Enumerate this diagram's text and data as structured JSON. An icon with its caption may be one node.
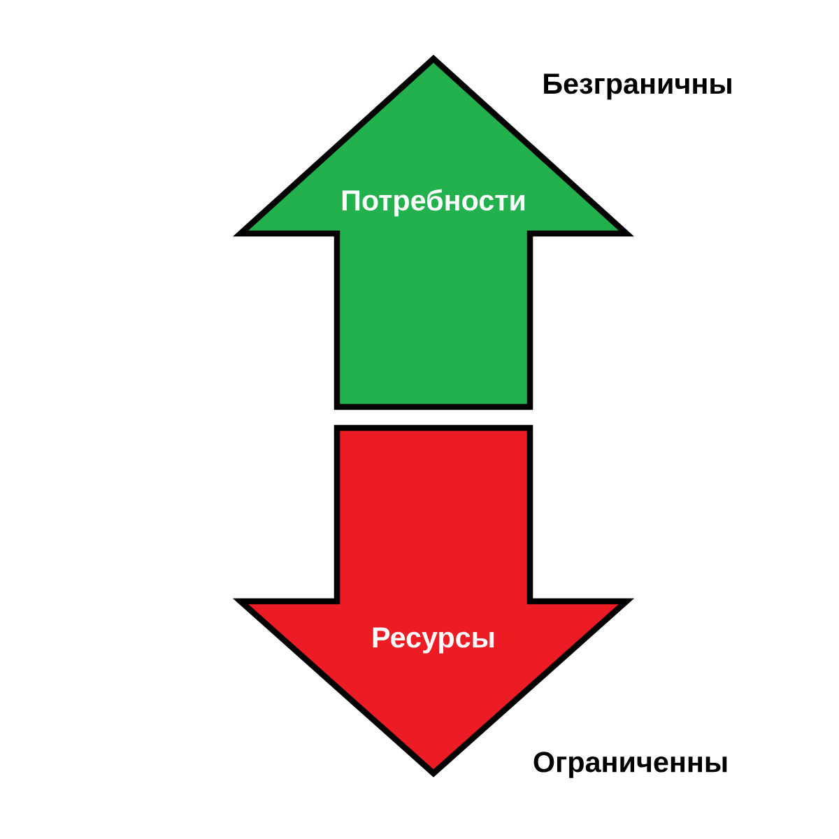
{
  "diagram": {
    "nodes": [
      {
        "text": [
          "Потребности"
        ],
        "beside": [
          "Безграничны"
        ]
      },
      {
        "text": [
          "Ресурсы"
        ],
        "beside": [
          "Ограниченны"
        ]
      }
    ]
  }
}
